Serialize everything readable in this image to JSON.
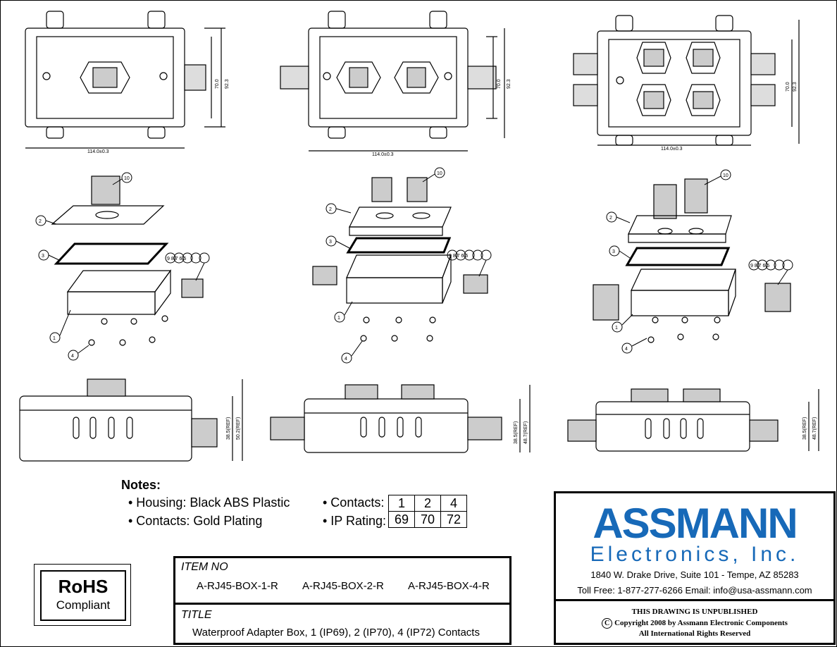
{
  "dimensions": {
    "width_1": "114.0±0.3",
    "width_2": "114.0±0.3",
    "width_3": "114.0±0.3",
    "height_inner": "70.0",
    "height_outer": "92.3",
    "side_1": "38.5(REF)",
    "side_1b": "50.2(REF)",
    "side_2": "38.5(REF)",
    "side_2b": "48.7(REF)",
    "side_3": "38.5(REF)",
    "side_3b": "48.7(REF)"
  },
  "callouts": {
    "n1": "1",
    "n2": "2",
    "n3": "3",
    "n4": "4",
    "n10": "10",
    "seq": "9 8 7 6 5"
  },
  "notes": {
    "title": "Notes:",
    "housing": "• Housing: Black ABS Plastic",
    "contacts_plating": "• Contacts: Gold Plating",
    "contacts_label": "• Contacts:",
    "ip_label": "• IP Rating:",
    "contacts_values": [
      "1",
      "2",
      "4"
    ],
    "ip_values": [
      "69",
      "70",
      "72"
    ]
  },
  "rohs": {
    "top": "RoHS",
    "bottom": "Compliant"
  },
  "title_block": {
    "item_label": "ITEM NO",
    "items": [
      "A-RJ45-BOX-1-R",
      "A-RJ45-BOX-2-R",
      "A-RJ45-BOX-4-R"
    ],
    "title_label": "TITLE",
    "title": "Waterproof Adapter Box, 1 (IP69), 2 (IP70), 4 (IP72) Contacts"
  },
  "company": {
    "name": "ASSMANN",
    "sub": "Electronics, Inc.",
    "address": "1840 W. Drake Drive, Suite 101 - Tempe, AZ 85283",
    "contact": "Toll Free: 1-877-277-6266   Email: info@usa-assmann.com",
    "unpublished": "THIS DRAWING IS UNPUBLISHED",
    "copyright": "Copyright 2008 by Assmann Electronic Components",
    "rights": "All International Rights Reserved",
    "copyright_symbol": "C"
  }
}
